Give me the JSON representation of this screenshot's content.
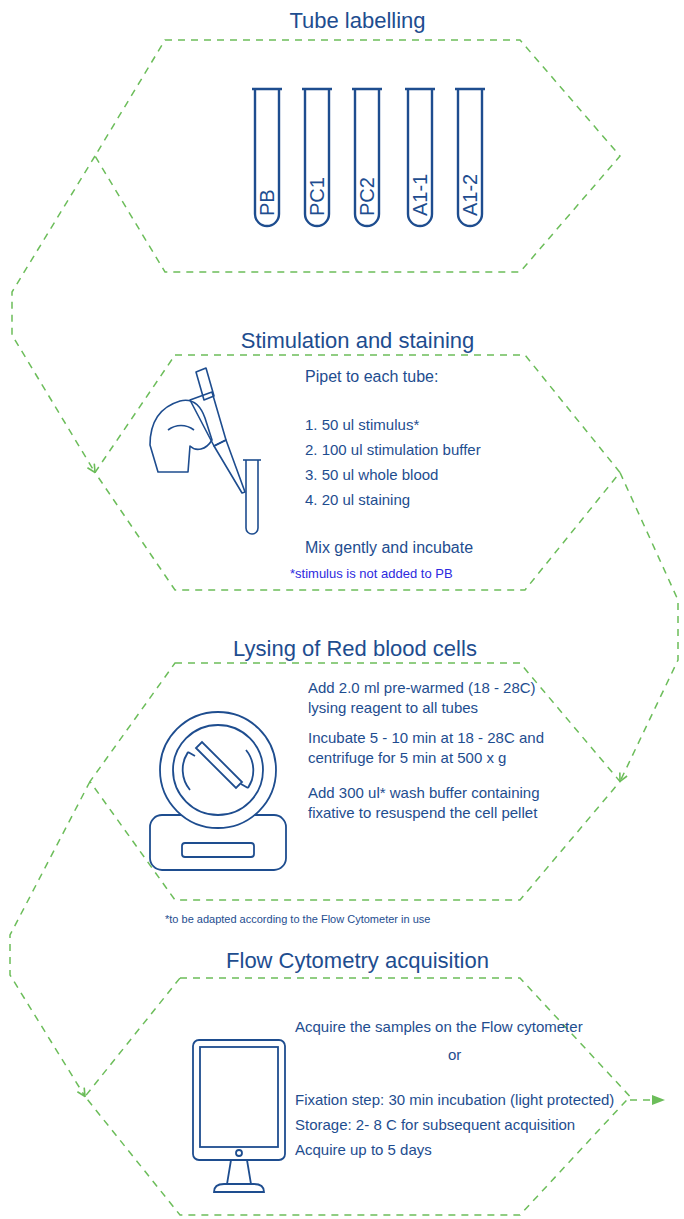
{
  "diagram": {
    "nodes": [
      {
        "text": [
          "Tube labelling"
        ]
      },
      {
        "text": [
          "PB"
        ],
        "in": 0
      },
      {
        "text": [
          "PC1"
        ],
        "in": 0
      },
      {
        "text": [
          "PC2"
        ],
        "in": 0
      },
      {
        "text": [
          "A1-1"
        ],
        "in": 0
      },
      {
        "text": [
          "A1-2"
        ],
        "in": 0
      },
      {
        "text": [
          "Stimulation and staining",
          "Pipet to each tube:",
          "1. 50 ul stimulus*",
          "2. 100 ul stimulation buffer",
          "3. 50 ul whole blood",
          "4. 20 ul staining",
          "Mix gently and incubate",
          "*stimulus is not added to PB"
        ]
      },
      {
        "text": [
          "Lysing of Red blood cells",
          "Add 2.0 ml pre-warmed (18 - 28C) lysing reagent to all tubes",
          "Incubate 5 - 10 min at 18 - 28C and centrifuge for 5 min at 500 x g",
          "Add 300 ul* wash buffer containing fixative to resuspend the cell pellet"
        ]
      },
      {
        "text": [
          "Flow Cytometry acquisition",
          "Acquire the samples on the Flow cytometer",
          "or",
          "Fixation step: 30 min incubation (light protected)",
          "Storage: 2- 8 C for subsequent acquisition",
          "Acquire up to 5 days"
        ]
      }
    ],
    "edges": [
      {
        "from": 0,
        "to": 6,
        "arrow": "to"
      },
      {
        "from": 6,
        "to": 7,
        "arrow": "to"
      },
      {
        "from": 7,
        "to": 8,
        "arrow": "to"
      }
    ],
    "labels": [
      "*to be adapted according to the Flow Cytometer in use"
    ]
  }
}
